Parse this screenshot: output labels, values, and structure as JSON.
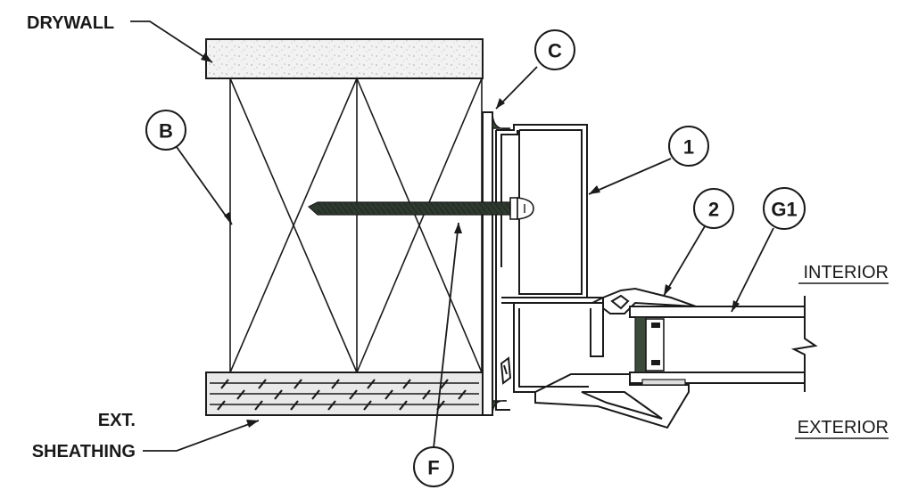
{
  "labels": {
    "drywall": "DRYWALL",
    "ext_line1": "EXT.",
    "ext_line2": "SHEATHING",
    "interior": "INTERIOR",
    "exterior": "EXTERIOR"
  },
  "callouts": {
    "b": "B",
    "c": "C",
    "one": "1",
    "two": "2",
    "g1": "G1",
    "f": "F"
  },
  "colors": {
    "ink": "#1a1a1a",
    "drywall_fill": "#f2f2f2",
    "sheathing_fill": "#e9e9e9",
    "glass_fill": "#ffffff",
    "sealant_fill": "#3c4a3c"
  }
}
